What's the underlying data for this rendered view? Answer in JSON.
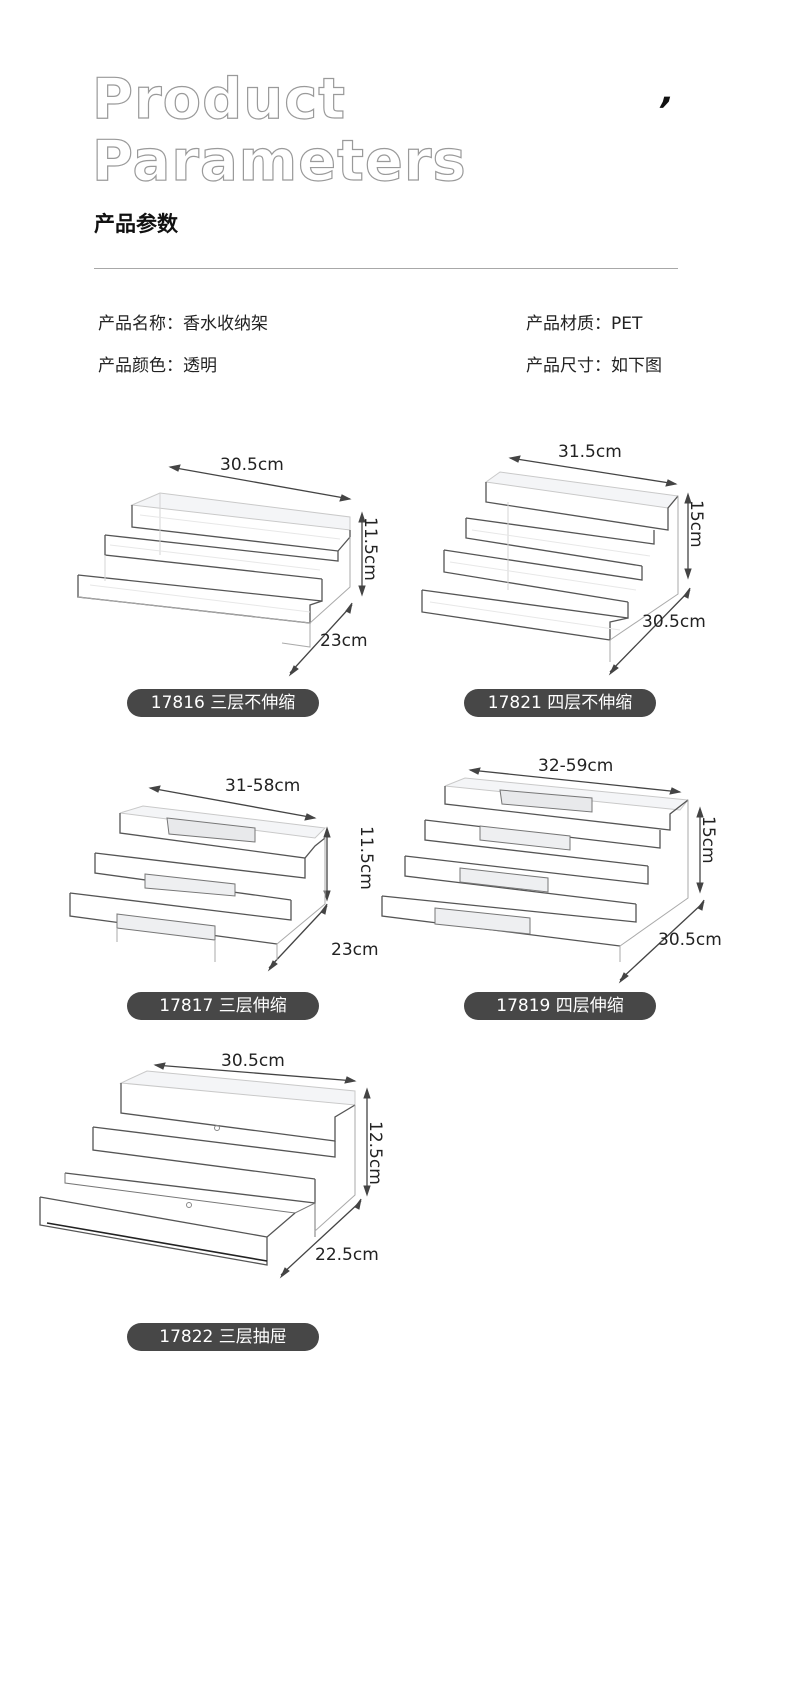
{
  "header": {
    "title_line1": "Product",
    "title_line2": "Parameters",
    "accent_mark": ","
  },
  "section": {
    "title": "产品参数"
  },
  "specs": [
    {
      "label": "产品名称：",
      "value": "香水收纳架"
    },
    {
      "label": "产品材质：",
      "value": "PET"
    },
    {
      "label": "产品颜色：",
      "value": "透明"
    },
    {
      "label": "产品尺寸：",
      "value": "如下图"
    }
  ],
  "products": [
    {
      "code_label": "17816 三层不伸缩",
      "width": "30.5cm",
      "height": "11.5cm",
      "depth": "23cm",
      "tiers": 3,
      "extendable": false
    },
    {
      "code_label": "17821 四层不伸缩",
      "width": "31.5cm",
      "height": "15cm",
      "depth": "30.5cm",
      "tiers": 4,
      "extendable": false
    },
    {
      "code_label": "17817 三层伸缩",
      "width": "31-58cm",
      "height": "11.5cm",
      "depth": "23cm",
      "tiers": 3,
      "extendable": true
    },
    {
      "code_label": "17819 四层伸缩",
      "width": "32-59cm",
      "height": "15cm",
      "depth": "30.5cm",
      "tiers": 4,
      "extendable": true
    },
    {
      "code_label": "17822 三层抽屉",
      "width": "30.5cm",
      "height": "12.5cm",
      "depth": "22.5cm",
      "tiers": 3,
      "extendable": false
    }
  ],
  "colors": {
    "pill_bg": "#474747",
    "pill_text": "#ffffff",
    "divider": "#a8a8a8",
    "outline_title": "#9a9a9a"
  }
}
